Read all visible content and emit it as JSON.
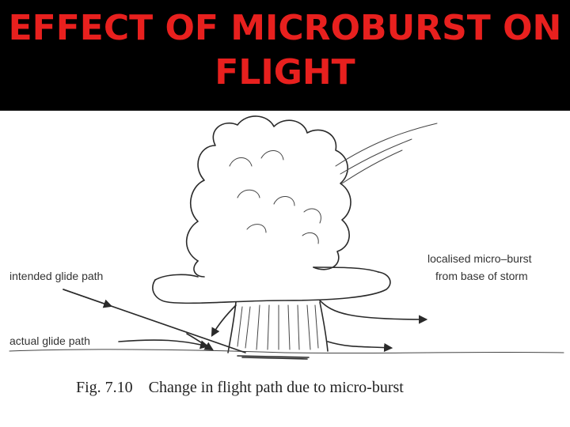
{
  "slide": {
    "title_line1": "EFFECT OF MICROBURST ON",
    "title_line2": "FLIGHT"
  },
  "diagram": {
    "label_intended": "intended glide path",
    "label_actual": "actual glide path",
    "label_microburst_line1": "localised micro–burst",
    "label_microburst_line2": "from base of storm",
    "caption": "Fig. 7.10    Change in flight path due to micro-burst"
  },
  "colors": {
    "title": "#e8201e",
    "background": "#000000",
    "panel": "#ffffff"
  }
}
